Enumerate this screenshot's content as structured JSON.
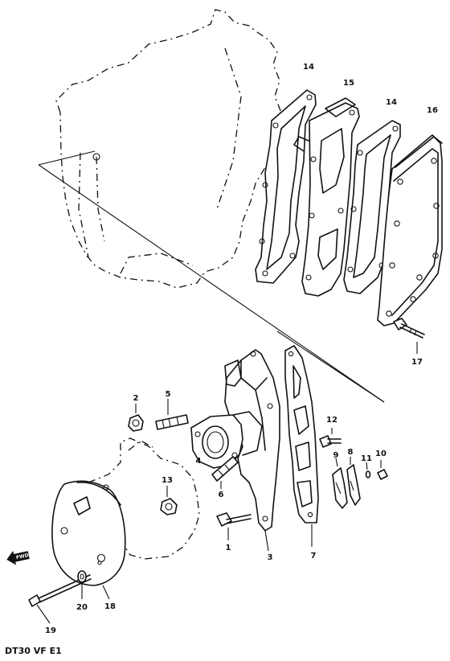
{
  "diagram": {
    "caption": "DT30 VF E1",
    "direction_label": "FWD",
    "callouts": {
      "c1": "1",
      "c2": "2",
      "c3": "3",
      "c4": "4",
      "c5": "5",
      "c6": "6",
      "c7": "7",
      "c8": "8",
      "c9": "9",
      "c10": "10",
      "c11": "11",
      "c12": "12",
      "c13": "13",
      "c14a": "14",
      "c14b": "14",
      "c15": "15",
      "c16": "16",
      "c17": "17",
      "c18": "18",
      "c19": "19",
      "c20": "20"
    }
  }
}
